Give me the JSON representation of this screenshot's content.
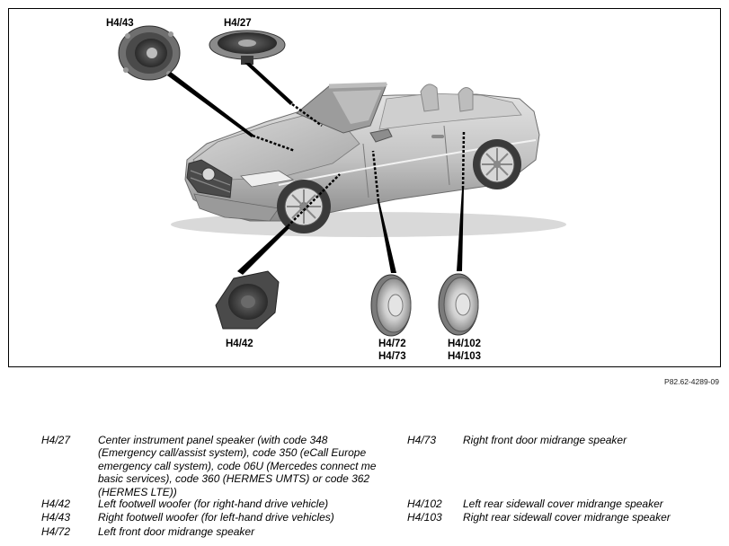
{
  "callouts": {
    "h4_43": "H4/43",
    "h4_27": "H4/27",
    "h4_42": "H4/42",
    "h4_72": "H4/72",
    "h4_73": "H4/73",
    "h4_102": "H4/102",
    "h4_103": "H4/103"
  },
  "reference_code": "P82.62-4289-09",
  "legend": {
    "left": [
      {
        "code": "H4/27",
        "desc": "Center instrument panel speaker (with code 348 (Emergency call/assist system), code 350 (eCall Europe emergency call system), code 06U (Mercedes connect me basic services), code 360 (HERMES UMTS) or code 362 (HERMES LTE))"
      },
      {
        "code": "H4/42",
        "desc": "Left footwell woofer (for right-hand drive vehicle)"
      },
      {
        "code": "H4/43",
        "desc": "Right footwell woofer (for left-hand drive vehicles)"
      },
      {
        "code": "H4/72",
        "desc": "Left front door midrange speaker"
      }
    ],
    "right": [
      {
        "code": "H4/73",
        "desc": "Right front door midrange speaker"
      },
      {
        "code": "H4/102",
        "desc": "Left rear sidewall cover midrange speaker"
      },
      {
        "code": "H4/103",
        "desc": "Right rear sidewall cover midrange speaker"
      }
    ]
  }
}
